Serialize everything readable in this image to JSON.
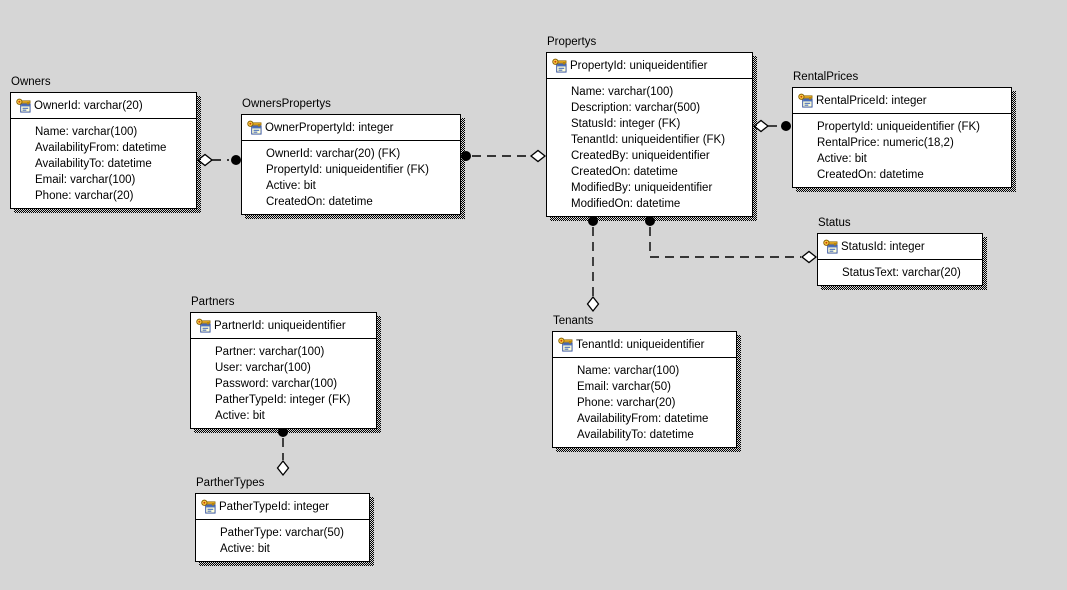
{
  "diagram": {
    "background_color": "#d6d6d6",
    "entity_fill": "#ffffff",
    "border_color": "#000000",
    "icons": {
      "primary_key": "key-table-icon"
    },
    "tables": {
      "owners": {
        "title": "Owners",
        "pk": "OwnerId: varchar(20)",
        "fields": [
          "Name: varchar(100)",
          "AvailabilityFrom: datetime",
          "AvailabilityTo: datetime",
          "Email: varchar(100)",
          "Phone: varchar(20)"
        ]
      },
      "owners_propertys": {
        "title": "OwnersPropertys",
        "pk": "OwnerPropertyId: integer",
        "fields": [
          "OwnerId: varchar(20) (FK)",
          "PropertyId: uniqueidentifier (FK)",
          "Active: bit",
          "CreatedOn: datetime"
        ]
      },
      "propertys": {
        "title": "Propertys",
        "pk": "PropertyId: uniqueidentifier",
        "fields": [
          "Name: varchar(100)",
          "Description: varchar(500)",
          "StatusId: integer (FK)",
          "TenantId: uniqueidentifier (FK)",
          "CreatedBy: uniqueidentifier",
          "CreatedOn: datetime",
          "ModifiedBy: uniqueidentifier",
          "ModifiedOn: datetime"
        ]
      },
      "rental_prices": {
        "title": "RentalPrices",
        "pk": "RentalPriceId: integer",
        "fields": [
          "PropertyId: uniqueidentifier (FK)",
          "RentalPrice: numeric(18,2)",
          "Active: bit",
          "CreatedOn: datetime"
        ]
      },
      "status": {
        "title": "Status",
        "pk": "StatusId: integer",
        "fields": [
          "StatusText: varchar(20)"
        ]
      },
      "tenants": {
        "title": "Tenants",
        "pk": "TenantId: uniqueidentifier",
        "fields": [
          "Name: varchar(100)",
          "Email: varchar(50)",
          "Phone: varchar(20)",
          "AvailabilityFrom: datetime",
          "AvailabilityTo: datetime"
        ]
      },
      "partners": {
        "title": "Partners",
        "pk": "PartnerId: uniqueidentifier",
        "fields": [
          "Partner: varchar(100)",
          "User: varchar(100)",
          "Password: varchar(100)",
          "PatherTypeId: integer (FK)",
          "Active: bit"
        ]
      },
      "parther_types": {
        "title": "PartherTypes",
        "pk": "PatherTypeId: integer",
        "fields": [
          "PatherType: varchar(50)",
          "Active: bit"
        ]
      }
    },
    "relationships": [
      {
        "parent": "Owners",
        "child": "OwnersPropertys",
        "parent_end": "open-diamond",
        "child_end": "filled-dot",
        "line": "dashed"
      },
      {
        "parent": "Propertys",
        "child": "OwnersPropertys",
        "parent_end": "open-diamond",
        "child_end": "filled-dot",
        "line": "dashed"
      },
      {
        "parent": "Propertys",
        "child": "RentalPrices",
        "parent_end": "open-diamond",
        "child_end": "filled-dot",
        "line": "dashed"
      },
      {
        "parent": "Status",
        "child": "Propertys",
        "parent_end": "open-diamond",
        "child_end": "filled-dot",
        "line": "dashed"
      },
      {
        "parent": "Tenants",
        "child": "Propertys",
        "parent_end": "open-diamond",
        "child_end": "filled-dot",
        "line": "dashed"
      },
      {
        "parent": "PartherTypes",
        "child": "Partners",
        "parent_end": "open-diamond",
        "child_end": "filled-dot",
        "line": "dashed"
      }
    ]
  }
}
